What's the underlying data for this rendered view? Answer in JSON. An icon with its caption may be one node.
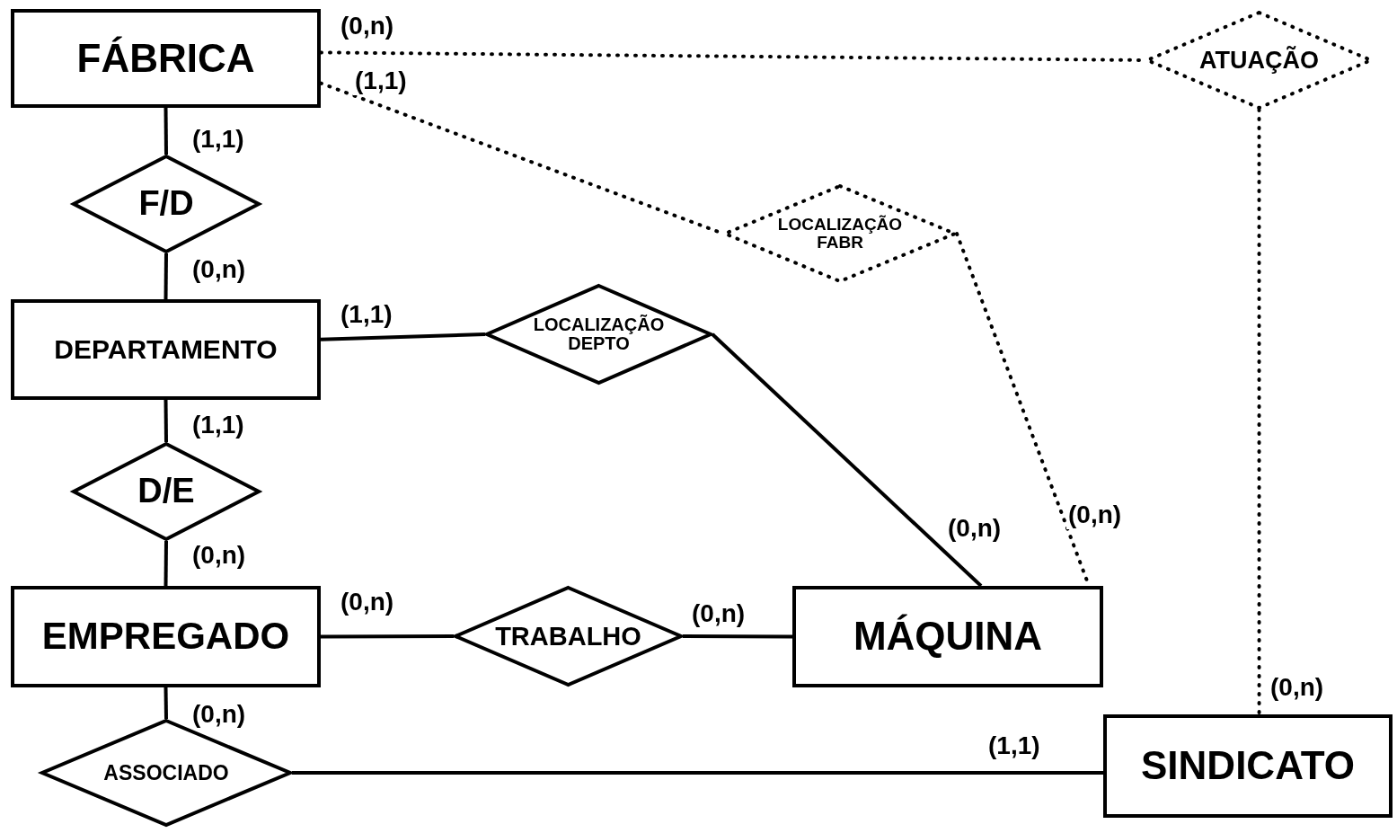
{
  "diagram": {
    "nodes": [
      {
        "text": [
          "FÁBRICA"
        ]
      },
      {
        "text": [
          "ATUAÇÃO"
        ]
      },
      {
        "text": [
          "F/D"
        ]
      },
      {
        "text": [
          "LOCALIZAÇÃO FABR"
        ]
      },
      {
        "text": [
          "DEPARTAMENTO"
        ]
      },
      {
        "text": [
          "LOCALIZAÇÃO DEPTO"
        ]
      },
      {
        "text": [
          "D/E"
        ]
      },
      {
        "text": [
          "EMPREGADO"
        ]
      },
      {
        "text": [
          "TRABALHO"
        ]
      },
      {
        "text": [
          "MÁQUINA"
        ]
      },
      {
        "text": [
          "ASSOCIADO"
        ]
      },
      {
        "text": [
          "SINDICATO"
        ]
      }
    ],
    "edges": [
      {
        "from": 0,
        "to": 2,
        "arrow": "none",
        "label": "(1,1)"
      },
      {
        "from": 2,
        "to": 4,
        "arrow": "none",
        "label": "(0,n)"
      },
      {
        "from": 4,
        "to": 6,
        "arrow": "none",
        "label": "(1,1)"
      },
      {
        "from": 6,
        "to": 7,
        "arrow": "none",
        "label": "(0,n)"
      },
      {
        "from": 4,
        "to": 5,
        "arrow": "none",
        "label": "(1,1)"
      },
      {
        "from": 5,
        "to": 9,
        "arrow": "none",
        "label": "(0,n)"
      },
      {
        "from": 7,
        "to": 8,
        "arrow": "none",
        "label": "(0,n)"
      },
      {
        "from": 8,
        "to": 9,
        "arrow": "none",
        "label": "(0,n)"
      },
      {
        "from": 7,
        "to": 10,
        "arrow": "none",
        "label": "(0,n)"
      },
      {
        "from": 10,
        "to": 11,
        "arrow": "none",
        "label": "(1,1)"
      },
      {
        "from": 0,
        "to": 1,
        "arrow": "none",
        "label": "(0,n)",
        "style": "dashed"
      },
      {
        "from": 0,
        "to": 3,
        "arrow": "none",
        "label": "(1,1)",
        "style": "dashed"
      },
      {
        "from": 3,
        "to": 9,
        "arrow": "none",
        "label": "(0,n)",
        "style": "dashed"
      },
      {
        "from": 1,
        "to": 11,
        "arrow": "none",
        "label": "(0,n)",
        "style": "dashed"
      }
    ]
  }
}
